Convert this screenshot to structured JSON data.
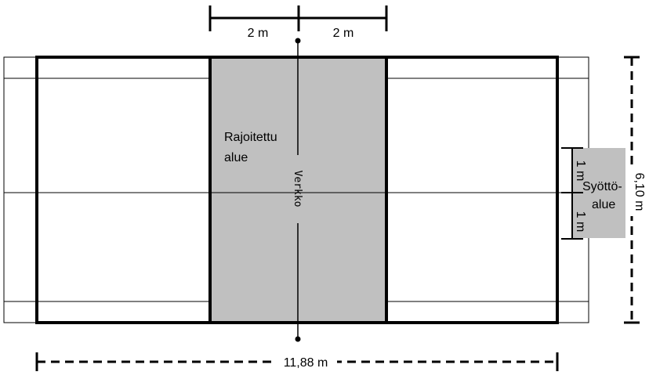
{
  "diagram": {
    "labels": {
      "left_2m": "2 m",
      "right_2m": "2 m",
      "restricted_line1": "Rajoitettu",
      "restricted_line2": "alue",
      "net": "Verkko",
      "serve_1m_top": "1 m",
      "serve_1m_bottom": "1 m",
      "serve_line1": "Syöttö-",
      "serve_line2": "alue",
      "height": "6,10 m",
      "length": "11,88 m"
    },
    "colors": {
      "line": "#000000",
      "restricted_area": "#c0c0c0",
      "serve_area": "#c0c0c0",
      "background": "#ffffff"
    }
  }
}
